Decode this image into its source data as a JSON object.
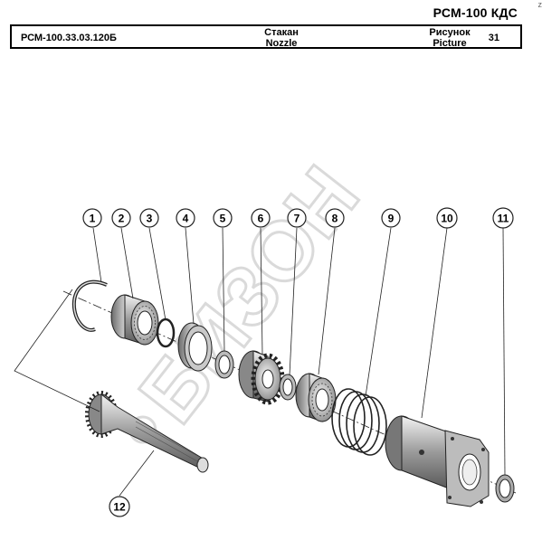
{
  "model": "РСМ-100 КДС",
  "header": {
    "code": "РСМ-100.33.03.120Б",
    "name_ru": "Стакан",
    "name_en": "Nozzle",
    "picture_label_ru": "Рисунок",
    "picture_label_en": "Picture",
    "picture_number": "31"
  },
  "corner_mark": "z",
  "callouts": [
    "1",
    "2",
    "3",
    "4",
    "5",
    "6",
    "7",
    "8",
    "9",
    "10",
    "11",
    "12"
  ],
  "icons": [
    "exploded-assembly-drawing",
    "bizon-watermark"
  ],
  "watermark_color": "#e2e2e2"
}
